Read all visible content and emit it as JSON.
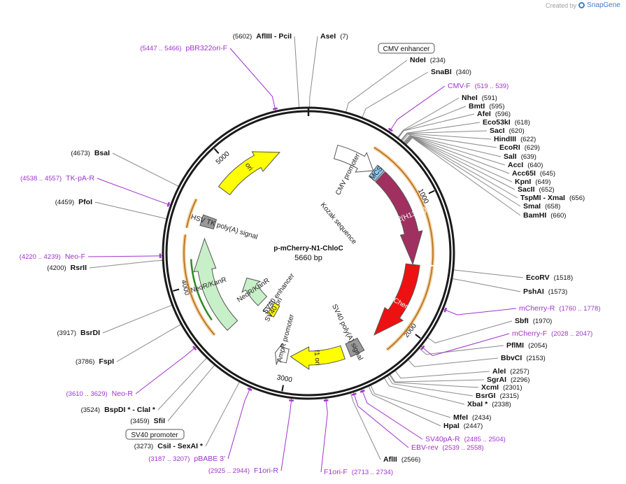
{
  "credit": {
    "prefix": "Created by",
    "brand": "SnapGene"
  },
  "map": {
    "name": "p-mCherry-N1-ChloC",
    "length": "5660 bp",
    "total_bp": 5660,
    "ticks": [
      "1000",
      "2000",
      "3000",
      "4000",
      "5000"
    ],
    "colors": {
      "backbone": "#1a1a1a",
      "primer": "#a033cc",
      "leader": "#8a8a8a",
      "orf_outline": "#e8a44a",
      "neo_bar": "#2e8b1f"
    }
  },
  "features": [
    {
      "id": "cmv-promoter",
      "label": "CMV promoter",
      "start": 238,
      "end": 600,
      "color": "#ffffff",
      "arrow": true,
      "ring": "r1"
    },
    {
      "id": "mcs",
      "label": "MCS",
      "start": 600,
      "end": 670,
      "color": "#8ec6ef",
      "arrow": false,
      "ring": "r1"
    },
    {
      "id": "chr2",
      "label": "Chr2(H134R)",
      "start": 680,
      "end": 1510,
      "color": "#a0305f",
      "arrow": true,
      "ring": "r1"
    },
    {
      "id": "mcherry",
      "label": "mCherry",
      "start": 1513,
      "end": 2220,
      "color": "#ee1111",
      "arrow": true,
      "ring": "r1"
    },
    {
      "id": "sv40-polya",
      "label": "SV40 poly(A) signal",
      "start": 2360,
      "end": 2480,
      "color": "#999999",
      "arrow": false,
      "ring": "r1"
    },
    {
      "id": "f1-ori",
      "label": "f1 ori",
      "start": 2530,
      "end": 2985,
      "color": "#ffff00",
      "arrow": true,
      "ring": "r1"
    },
    {
      "id": "ampr-promoter",
      "label": "AmpR promoter",
      "start": 3010,
      "end": 3120,
      "color": "#ffffff",
      "arrow": true,
      "ring": "r1"
    },
    {
      "id": "sv40-ori",
      "label": "SV40 ori",
      "start": 3280,
      "end": 3370,
      "color": "#ffff00",
      "arrow": false,
      "ring": "r2"
    },
    {
      "id": "sv40-promoter-inner",
      "label": "SV40 enhancer",
      "start": 3370,
      "end": 3430,
      "color": "#ffffff",
      "arrow": false,
      "ring": "r2"
    },
    {
      "id": "neokan-inner",
      "label": "NeoR/KanR",
      "start": 3520,
      "end": 3900,
      "color": "#c8f0c8",
      "arrow": true,
      "ring": "r2"
    },
    {
      "id": "neokan-outer",
      "label": "NeoR/KanR",
      "start": 3560,
      "end": 4370,
      "color": "#c8f0c8",
      "arrow": true,
      "ring": "r1"
    },
    {
      "id": "hsv-polya",
      "label": "HSV TK poly(A) signal",
      "start": 4470,
      "end": 4560,
      "color": "#999999",
      "arrow": false,
      "ring": "r1"
    },
    {
      "id": "ori",
      "label": "ori",
      "start": 4820,
      "end": 5410,
      "color": "#ffff00",
      "arrow": true,
      "ring": "r1"
    }
  ],
  "inner_labels": {
    "kozak": "Kozak sequence",
    "cmv_enhancer_box": "CMV enhancer",
    "sv40_promoter_box": "SV40 promoter"
  },
  "enzymes_right": [
    {
      "name": "NdeI",
      "pos": "(234)",
      "bp": 234
    },
    {
      "name": "SnaBI",
      "pos": "(340)",
      "bp": 340
    },
    {
      "name": "NheI",
      "pos": "(591)",
      "bp": 591
    },
    {
      "name": "BmtI",
      "pos": "(595)",
      "bp": 595
    },
    {
      "name": "AfeI",
      "pos": "(596)",
      "bp": 596
    },
    {
      "name": "Eco53kI",
      "pos": "(618)",
      "bp": 618
    },
    {
      "name": "SacI",
      "pos": "(620)",
      "bp": 620
    },
    {
      "name": "HindIII",
      "pos": "(622)",
      "bp": 622
    },
    {
      "name": "EcoRI",
      "pos": "(629)",
      "bp": 629
    },
    {
      "name": "SalI",
      "pos": "(639)",
      "bp": 639
    },
    {
      "name": "AccI",
      "pos": "(640)",
      "bp": 640
    },
    {
      "name": "Acc65I",
      "pos": "(645)",
      "bp": 645
    },
    {
      "name": "KpnI",
      "pos": "(649)",
      "bp": 649
    },
    {
      "name": "SacII",
      "pos": "(652)",
      "bp": 652
    },
    {
      "name": "TspMI  - XmaI",
      "pos": "(656)",
      "bp": 656
    },
    {
      "name": "SmaI",
      "pos": "(658)",
      "bp": 658
    },
    {
      "name": "BamHI",
      "pos": "(660)",
      "bp": 660
    },
    {
      "name": "EcoRV",
      "pos": "(1518)",
      "bp": 1518
    },
    {
      "name": "PshAI",
      "pos": "(1573)",
      "bp": 1573
    },
    {
      "name": "SbfI",
      "pos": "(1970)",
      "bp": 1970
    },
    {
      "name": "PflMI",
      "pos": "(2054)",
      "bp": 2054
    },
    {
      "name": "BbvCI",
      "pos": "(2153)",
      "bp": 2153
    },
    {
      "name": "AleI",
      "pos": "(2257)",
      "bp": 2257
    },
    {
      "name": "SgrAI",
      "pos": "(2296)",
      "bp": 2296
    },
    {
      "name": "XcmI",
      "pos": "(2301)",
      "bp": 2301
    },
    {
      "name": "BsrGI",
      "pos": "(2315)",
      "bp": 2315
    },
    {
      "name": "XbaI *",
      "pos": "(2338)",
      "bp": 2338
    },
    {
      "name": "MfeI",
      "pos": "(2434)",
      "bp": 2434
    },
    {
      "name": "HpaI",
      "pos": "(2447)",
      "bp": 2447
    },
    {
      "name": "AflII",
      "pos": "(2566)",
      "bp": 2566
    }
  ],
  "enzymes_left": [
    {
      "name": "CsiI  - SexAI *",
      "pos": "(3273)",
      "bp": 3273
    },
    {
      "name": "SfiI",
      "pos": "(3459)",
      "bp": 3459
    },
    {
      "name": "BspDI *  - ClaI *",
      "pos": "(3524)",
      "bp": 3524
    },
    {
      "name": "FspI",
      "pos": "(3786)",
      "bp": 3786
    },
    {
      "name": "BsrDI",
      "pos": "(3917)",
      "bp": 3917
    },
    {
      "name": "RsrII",
      "pos": "(4200)",
      "bp": 4200
    },
    {
      "name": "PfoI",
      "pos": "(4459)",
      "bp": 4459
    },
    {
      "name": "BsaI",
      "pos": "(4673)",
      "bp": 4673
    }
  ],
  "enzymes_top": [
    {
      "name": "AflIII  - PciI",
      "pos": "(5602)",
      "bp": 5602
    },
    {
      "name": "AseI",
      "pos": "(7)",
      "bp": 7
    }
  ],
  "primers": [
    {
      "name": "CMV-F",
      "range": "(519 .. 539)",
      "bp": 529
    },
    {
      "name": "mCherry-R",
      "range": "(1760 .. 1778)",
      "bp": 1769
    },
    {
      "name": "mCherry-F",
      "range": "(2028 .. 2047)",
      "bp": 2037
    },
    {
      "name": "SV40pA-R",
      "range": "(2485 .. 2504)",
      "bp": 2494
    },
    {
      "name": "EBV-rev",
      "range": "(2539 .. 2558)",
      "bp": 2548
    },
    {
      "name": "F1ori-F",
      "range": "(2713 .. 2734)",
      "bp": 2723
    },
    {
      "name": "F1ori-R",
      "range": "(2925 .. 2944)",
      "bp": 2934
    },
    {
      "name": "pBABE 3'",
      "range": "(3187 .. 3207)",
      "bp": 3197
    },
    {
      "name": "Neo-R",
      "range": "(3610 .. 3629)",
      "bp": 3619
    },
    {
      "name": "Neo-F",
      "range": "(4220 .. 4239)",
      "bp": 4229
    },
    {
      "name": "TK-pA-R",
      "range": "(4538 .. 4557)",
      "bp": 4547
    },
    {
      "name": "pBR322ori-F",
      "range": "(5447 .. 5466)",
      "bp": 5456
    }
  ]
}
